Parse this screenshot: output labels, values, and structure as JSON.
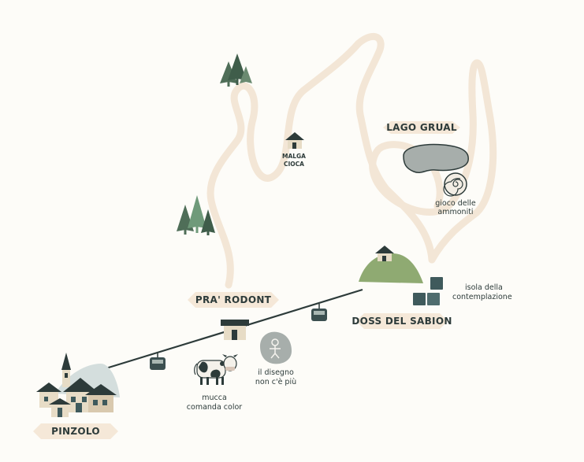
{
  "places": {
    "pinzolo": "PINZOLO",
    "pra_rodont": "PRA' RODONT",
    "doss_del_sabion": "DOSS DEL SABION",
    "lago_grual": "LAGO GRUAL",
    "malga_cioca_1": "MALGA",
    "malga_cioca_2": "CIOCA"
  },
  "attractions": {
    "mucca_1": "mucca",
    "mucca_2": "comanda color",
    "disegno_1": "il disegno",
    "disegno_2": "non c'è più",
    "ammoniti_1": "gioco delle",
    "ammoniti_2": "ammoniti",
    "isola_1": "isola della",
    "isola_2": "contemplazione"
  },
  "colors": {
    "path": "#f3e6d6",
    "banner": "#f5e8d8",
    "ink": "#2d3b3a",
    "tree": "#4f6e58",
    "hill": "#8faa72",
    "lake": "#a7aeab",
    "cube": "#3f5a5c"
  }
}
